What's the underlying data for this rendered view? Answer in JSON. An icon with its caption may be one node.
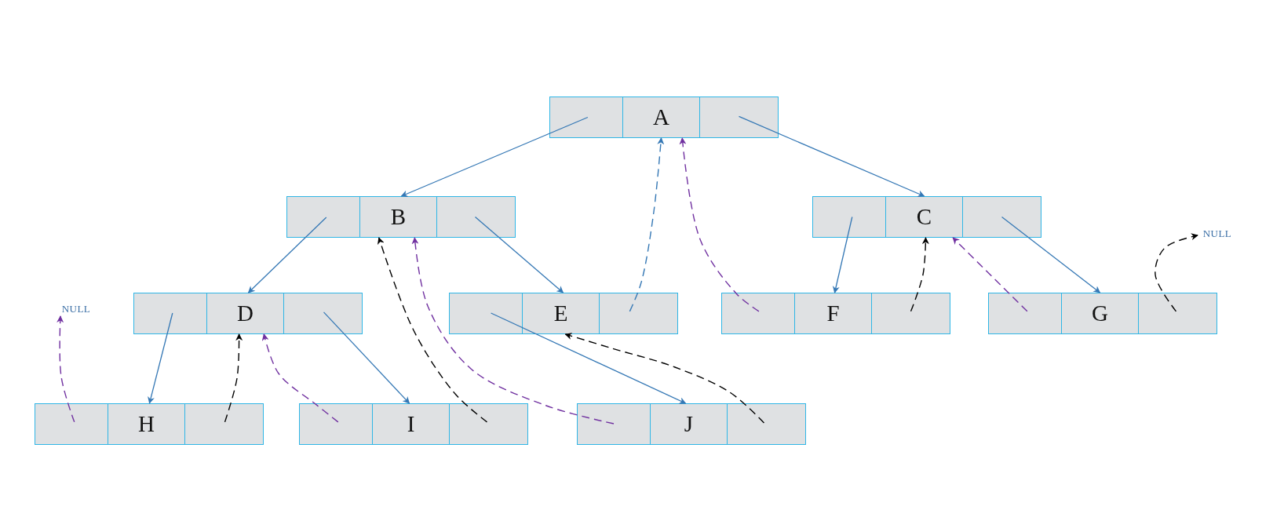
{
  "diagram": {
    "nodes": [
      {
        "text": [],
        "shape": "box"
      },
      {
        "text": [
          "A"
        ]
      },
      {
        "text": [],
        "shape": "box"
      },
      {
        "text": [],
        "shape": "box"
      },
      {
        "text": [
          "B"
        ]
      },
      {
        "text": [],
        "shape": "box"
      },
      {
        "text": [],
        "shape": "box"
      },
      {
        "text": [
          "C"
        ]
      },
      {
        "text": [],
        "shape": "box"
      },
      {
        "text": [
          "NULL"
        ]
      },
      {
        "text": [
          "NULL"
        ]
      },
      {
        "text": [],
        "shape": "box"
      },
      {
        "text": [
          "D"
        ]
      },
      {
        "text": [],
        "shape": "box"
      },
      {
        "text": [],
        "shape": "box"
      },
      {
        "text": [
          "E"
        ]
      },
      {
        "text": [],
        "shape": "box"
      },
      {
        "text": [],
        "shape": "box"
      },
      {
        "text": [
          "F"
        ]
      },
      {
        "text": [],
        "shape": "box"
      },
      {
        "text": [],
        "shape": "box"
      },
      {
        "text": [
          "G"
        ]
      },
      {
        "text": [],
        "shape": "box"
      },
      {
        "text": [],
        "shape": "box"
      },
      {
        "text": [
          "H"
        ]
      },
      {
        "text": [],
        "shape": "box"
      },
      {
        "text": [],
        "shape": "box"
      },
      {
        "text": [
          "I"
        ]
      },
      {
        "text": [],
        "shape": "box"
      },
      {
        "text": [],
        "shape": "box"
      },
      {
        "text": [
          "J"
        ]
      },
      {
        "text": [],
        "shape": "box"
      }
    ],
    "edges": [
      {
        "from": 0,
        "to": 4,
        "arrow": "to"
      },
      {
        "from": 2,
        "to": 7,
        "arrow": "to"
      },
      {
        "from": 3,
        "to": 12,
        "arrow": "to"
      },
      {
        "from": 5,
        "to": 15,
        "arrow": "to"
      },
      {
        "from": 6,
        "to": 18,
        "arrow": "to"
      },
      {
        "from": 8,
        "to": 21,
        "arrow": "to"
      },
      {
        "from": 11,
        "to": 24,
        "arrow": "to"
      },
      {
        "from": 13,
        "to": 27,
        "arrow": "to"
      },
      {
        "from": 14,
        "to": 30,
        "arrow": "to"
      },
      {
        "from": 16,
        "to": 1,
        "arrow": "to",
        "style": "dashed"
      },
      {
        "from": 17,
        "to": 1,
        "arrow": "to",
        "style": "dashed",
        "color": "#7030a0"
      },
      {
        "from": 19,
        "to": 7,
        "arrow": "to",
        "style": "dashed",
        "color": "#000000"
      },
      {
        "from": 20,
        "to": 7,
        "arrow": "to",
        "style": "dashed",
        "color": "#7030a0"
      },
      {
        "from": 22,
        "to": 9,
        "arrow": "to",
        "style": "dashed",
        "color": "#000000"
      },
      {
        "from": 23,
        "to": 10,
        "arrow": "to",
        "style": "dashed",
        "color": "#7030a0"
      },
      {
        "from": 25,
        "to": 12,
        "arrow": "to",
        "style": "dashed",
        "color": "#000000"
      },
      {
        "from": 26,
        "to": 12,
        "arrow": "to",
        "style": "dashed",
        "color": "#7030a0"
      },
      {
        "from": 28,
        "to": 4,
        "arrow": "to",
        "style": "dashed",
        "color": "#000000"
      },
      {
        "from": 29,
        "to": 4,
        "arrow": "to",
        "style": "dashed",
        "color": "#7030a0"
      },
      {
        "from": 31,
        "to": 15,
        "arrow": "to",
        "style": "dashed",
        "color": "#000000"
      }
    ]
  }
}
